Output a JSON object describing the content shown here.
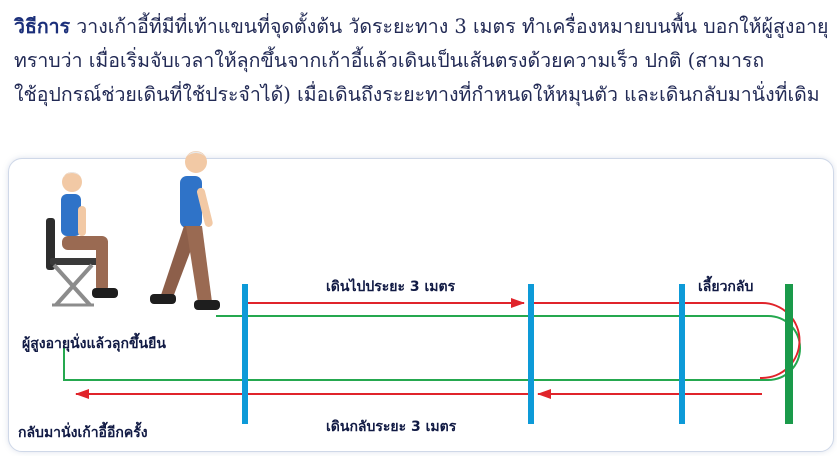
{
  "instructions": {
    "lead": "วิธีการ",
    "line1": " วางเก้าอี้ที่มีที่เท้าแขนที่จุดตั้งต้น วัดระยะทาง 3 เมตร ทำเครื่องหมายบนพื้น บอกให้ผู้สูงอายุ",
    "line2": "ทราบว่า เมื่อเริ่มจับเวลาให้ลุกขึ้นจากเก้าอี้แล้วเดินเป็นเส้นตรงด้วยความเร็ว ปกติ (สามารถ",
    "line3": "ใช้อุปกรณ์ช่วยเดินที่ใช้ประจำได้) เมื่อเดินถึงระยะทางที่กำหนดให้หมุนตัว และเดินกลับมานั่งที่เดิม"
  },
  "diagram": {
    "label_stand": "ผู้สูงอายุนั่งแล้วลุกขึ้นยืน",
    "label_walk_out": "เดินไปประยะ 3 เมตร",
    "label_turn": "เลี้ยวกลับ",
    "label_walk_back": "เดินกลับระยะ 3 เมตร",
    "label_sit_again": "กลับมานั่งเก้าอี้อีกครั้ง",
    "colors": {
      "marker_blue": "#0d9ad8",
      "finish_green": "#1a9a4a",
      "path_green": "#25a84f",
      "arrow_red": "#e0242b",
      "text_blue": "#1b2f7a"
    }
  }
}
